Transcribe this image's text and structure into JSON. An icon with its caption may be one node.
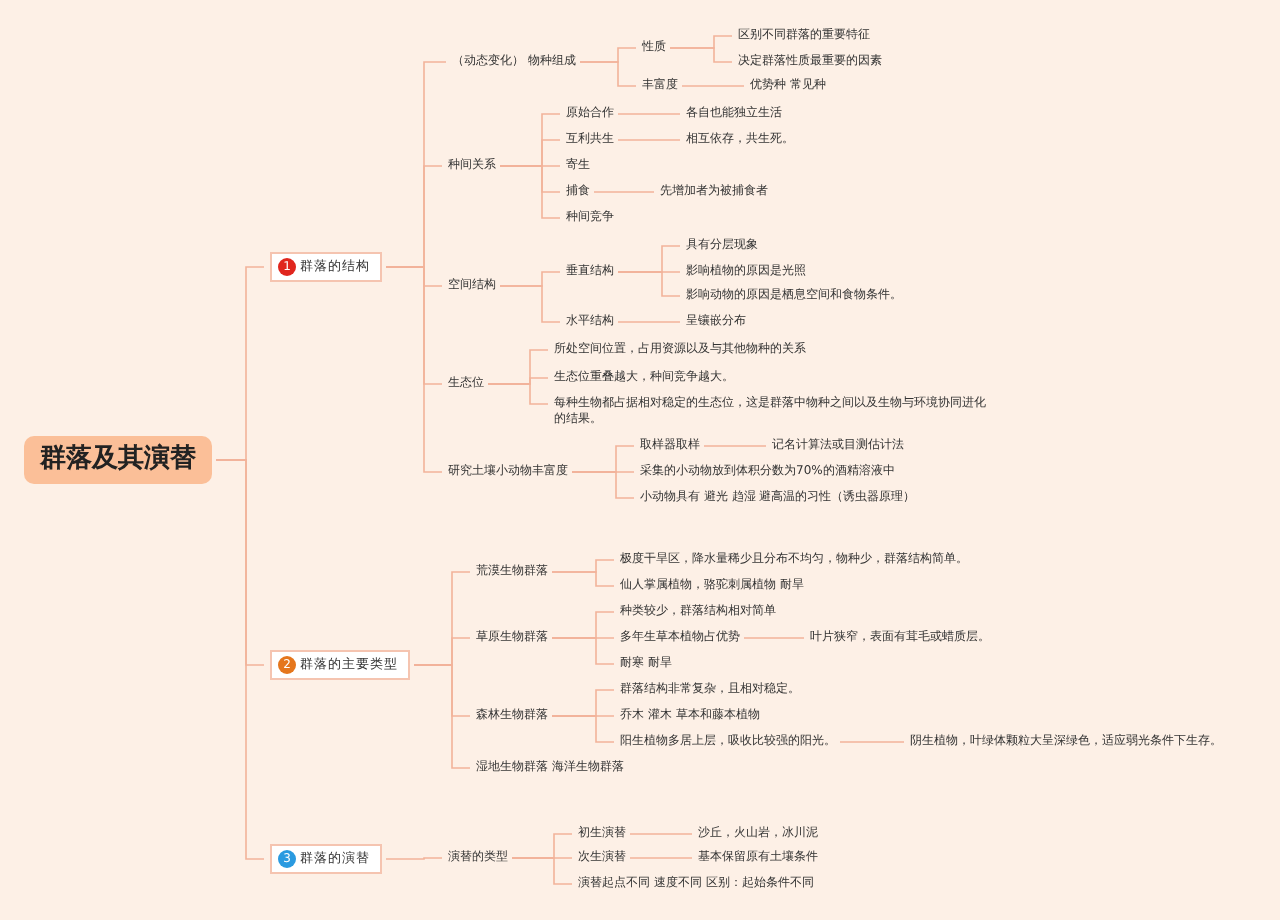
{
  "diagram": {
    "nodes": [
      {
        "text": [
          "群落及其演替"
        ]
      },
      {
        "text": [
          "1",
          "群落的结构"
        ]
      },
      {
        "text": [
          "2",
          "群落的主要类型"
        ]
      },
      {
        "text": [
          "3",
          "群落的演替"
        ]
      },
      {
        "text": [
          "（动态变化） 物种组成"
        ]
      },
      {
        "text": [
          "性质"
        ]
      },
      {
        "text": [
          "区别不同群落的重要特征"
        ]
      },
      {
        "text": [
          "决定群落性质最重要的因素"
        ]
      },
      {
        "text": [
          "丰富度"
        ]
      },
      {
        "text": [
          "优势种 常见种"
        ]
      },
      {
        "text": [
          "种间关系"
        ]
      },
      {
        "text": [
          "原始合作"
        ]
      },
      {
        "text": [
          "各自也能独立生活"
        ]
      },
      {
        "text": [
          "互利共生"
        ]
      },
      {
        "text": [
          "相互依存，共生死。"
        ]
      },
      {
        "text": [
          "寄生"
        ]
      },
      {
        "text": [
          "捕食"
        ]
      },
      {
        "text": [
          "先增加者为被捕食者"
        ]
      },
      {
        "text": [
          "种间竞争"
        ]
      },
      {
        "text": [
          "空间结构"
        ]
      },
      {
        "text": [
          "垂直结构"
        ]
      },
      {
        "text": [
          "具有分层现象"
        ]
      },
      {
        "text": [
          "影响植物的原因是光照"
        ]
      },
      {
        "text": [
          "影响动物的原因是栖息空间和食物条件。"
        ]
      },
      {
        "text": [
          "水平结构"
        ]
      },
      {
        "text": [
          "呈镶嵌分布"
        ]
      },
      {
        "text": [
          "生态位"
        ]
      },
      {
        "text": [
          "所处空间位置，占用资源以及与其他物种的关系"
        ]
      },
      {
        "text": [
          "生态位重叠越大，种间竞争越大。"
        ]
      },
      {
        "text": [
          "每种生物都占据相对稳定的生态位，这是群落中物种之间以及生物与环境协同进化的结果。"
        ]
      },
      {
        "text": [
          "研究土壤小动物丰富度"
        ]
      },
      {
        "text": [
          "取样器取样"
        ]
      },
      {
        "text": [
          "记名计算法或目测估计法"
        ]
      },
      {
        "text": [
          "采集的小动物放到体积分数为70%的酒精溶液中"
        ]
      },
      {
        "text": [
          "小动物具有 避光 趋湿 避高温的习性（诱虫器原理）"
        ]
      },
      {
        "text": [
          "荒漠生物群落"
        ]
      },
      {
        "text": [
          "极度干旱区，降水量稀少且分布不均匀，物种少，群落结构简单。"
        ]
      },
      {
        "text": [
          "仙人掌属植物，骆驼刺属植物 耐旱"
        ]
      },
      {
        "text": [
          "草原生物群落"
        ]
      },
      {
        "text": [
          "种类较少，群落结构相对简单"
        ]
      },
      {
        "text": [
          "多年生草本植物占优势"
        ]
      },
      {
        "text": [
          "叶片狭窄，表面有茸毛或蜡质层。"
        ]
      },
      {
        "text": [
          "耐寒 耐旱"
        ]
      },
      {
        "text": [
          "森林生物群落"
        ]
      },
      {
        "text": [
          "群落结构非常复杂，且相对稳定。"
        ]
      },
      {
        "text": [
          "乔木 灌木 草本和藤本植物"
        ]
      },
      {
        "text": [
          "阳生植物多居上层，吸收比较强的阳光。"
        ]
      },
      {
        "text": [
          "阴生植物，叶绿体颗粒大呈深绿色，适应弱光条件下生存。"
        ]
      },
      {
        "text": [
          "湿地生物群落 海洋生物群落"
        ]
      },
      {
        "text": [
          "演替的类型"
        ]
      },
      {
        "text": [
          "初生演替"
        ]
      },
      {
        "text": [
          "沙丘，火山岩，冰川泥"
        ]
      },
      {
        "text": [
          "次生演替"
        ]
      },
      {
        "text": [
          "基本保留原有土壤条件"
        ]
      },
      {
        "text": [
          "演替起点不同 速度不同 区别：起始条件不同"
        ]
      }
    ],
    "edges": [
      {
        "from": 0,
        "to": 1,
        "arrow": "none"
      },
      {
        "from": 0,
        "to": 2,
        "arrow": "none"
      },
      {
        "from": 0,
        "to": 3,
        "arrow": "none"
      },
      {
        "from": 1,
        "to": 4,
        "arrow": "none"
      },
      {
        "from": 4,
        "to": 5,
        "arrow": "none"
      },
      {
        "from": 5,
        "to": 6,
        "arrow": "none"
      },
      {
        "from": 5,
        "to": 7,
        "arrow": "none"
      },
      {
        "from": 4,
        "to": 8,
        "arrow": "none"
      },
      {
        "from": 8,
        "to": 9,
        "arrow": "none"
      },
      {
        "from": 1,
        "to": 10,
        "arrow": "none"
      },
      {
        "from": 10,
        "to": 11,
        "arrow": "none"
      },
      {
        "from": 11,
        "to": 12,
        "arrow": "none"
      },
      {
        "from": 10,
        "to": 13,
        "arrow": "none"
      },
      {
        "from": 13,
        "to": 14,
        "arrow": "none"
      },
      {
        "from": 10,
        "to": 15,
        "arrow": "none"
      },
      {
        "from": 10,
        "to": 16,
        "arrow": "none"
      },
      {
        "from": 16,
        "to": 17,
        "arrow": "none"
      },
      {
        "from": 10,
        "to": 18,
        "arrow": "none"
      },
      {
        "from": 1,
        "to": 19,
        "arrow": "none"
      },
      {
        "from": 19,
        "to": 20,
        "arrow": "none"
      },
      {
        "from": 20,
        "to": 21,
        "arrow": "none"
      },
      {
        "from": 20,
        "to": 22,
        "arrow": "none"
      },
      {
        "from": 20,
        "to": 23,
        "arrow": "none"
      },
      {
        "from": 19,
        "to": 24,
        "arrow": "none"
      },
      {
        "from": 24,
        "to": 25,
        "arrow": "none"
      },
      {
        "from": 1,
        "to": 26,
        "arrow": "none"
      },
      {
        "from": 26,
        "to": 27,
        "arrow": "none"
      },
      {
        "from": 26,
        "to": 28,
        "arrow": "none"
      },
      {
        "from": 26,
        "to": 29,
        "arrow": "none"
      },
      {
        "from": 1,
        "to": 30,
        "arrow": "none"
      },
      {
        "from": 30,
        "to": 31,
        "arrow": "none"
      },
      {
        "from": 31,
        "to": 32,
        "arrow": "none"
      },
      {
        "from": 30,
        "to": 33,
        "arrow": "none"
      },
      {
        "from": 30,
        "to": 34,
        "arrow": "none"
      },
      {
        "from": 2,
        "to": 35,
        "arrow": "none"
      },
      {
        "from": 35,
        "to": 36,
        "arrow": "none"
      },
      {
        "from": 35,
        "to": 37,
        "arrow": "none"
      },
      {
        "from": 2,
        "to": 38,
        "arrow": "none"
      },
      {
        "from": 38,
        "to": 39,
        "arrow": "none"
      },
      {
        "from": 38,
        "to": 40,
        "arrow": "none"
      },
      {
        "from": 40,
        "to": 41,
        "arrow": "none"
      },
      {
        "from": 38,
        "to": 42,
        "arrow": "none"
      },
      {
        "from": 2,
        "to": 43,
        "arrow": "none"
      },
      {
        "from": 43,
        "to": 44,
        "arrow": "none"
      },
      {
        "from": 43,
        "to": 45,
        "arrow": "none"
      },
      {
        "from": 43,
        "to": 46,
        "arrow": "none"
      },
      {
        "from": 46,
        "to": 47,
        "arrow": "none"
      },
      {
        "from": 2,
        "to": 48,
        "arrow": "none"
      },
      {
        "from": 3,
        "to": 49,
        "arrow": "none"
      },
      {
        "from": 49,
        "to": 50,
        "arrow": "none"
      },
      {
        "from": 50,
        "to": 51,
        "arrow": "none"
      },
      {
        "from": 49,
        "to": 52,
        "arrow": "none"
      },
      {
        "from": 52,
        "to": 53,
        "arrow": "none"
      },
      {
        "from": 49,
        "to": 54,
        "arrow": "none"
      }
    ]
  }
}
